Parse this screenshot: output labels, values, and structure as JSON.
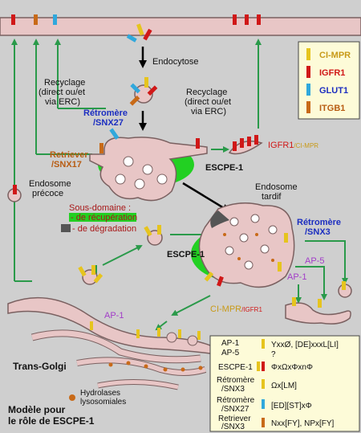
{
  "labels": {
    "endocytosis": "Endocytose",
    "recycling_left": [
      "Recyclage",
      "(direct ou/et",
      "via ERC)"
    ],
    "recycling_right": [
      "Recyclage",
      "(direct ou/et",
      "via ERC)"
    ],
    "retromer_snx27": [
      "Rétromère",
      "/SNX27"
    ],
    "retriever_snx17": [
      "Retriever",
      "/SNX17"
    ],
    "early_endosome": [
      "Endosome",
      "précoce"
    ],
    "late_endosome": [
      "Endosome",
      "tardif"
    ],
    "subdomain_title": "Sous-domaine :",
    "subdomain_recycling": "- de récupération",
    "subdomain_degradation": "- de dégradation",
    "escpe1_top": "ESCPE-1",
    "escpe1_mid": "ESCPE-1",
    "igfr1_cimpr_top": "IGFR1",
    "igfr1_cimpr_top_suffix": "/CI-MPR",
    "retromer_snx3": [
      "Rétromère",
      "/SNX3"
    ],
    "ap5": "AP-5",
    "ap1_right": "AP-1",
    "ap1_left": "AP-1",
    "cimpr_igfr1_bottom": "CI-MPR",
    "cimpr_igfr1_bottom_suffix": "/IGFR1",
    "trans_golgi": "Trans-Golgi",
    "hydrolases": [
      "Hydrolases",
      "lysosomiales"
    ],
    "model_title": [
      "Modèle pour",
      "le rôle de ESCPE-1"
    ]
  },
  "legend": {
    "items": [
      {
        "label": "CI-MPR",
        "color": "#e6c41e"
      },
      {
        "label": "IGFR1",
        "color": "#d01818"
      },
      {
        "label": "GLUT1",
        "color": "#30a8dc"
      },
      {
        "label": "ITGB1",
        "color": "#c86a18"
      }
    ]
  },
  "motif_table": {
    "rows": [
      {
        "adaptor": [
          "AP-1",
          "AP-5"
        ],
        "motif": [
          "YxxØ, [DE]xxxL[LI]",
          "?"
        ],
        "color": "#e6c41e"
      },
      {
        "adaptor": [
          "ESCPE-1"
        ],
        "motif": [
          "ΦxΩxΦxnΦ"
        ],
        "color": "#d01818"
      },
      {
        "adaptor": [
          "Rétromère",
          "/SNX3"
        ],
        "motif": [
          "Ωx[LM]"
        ],
        "color": "#e6c41e"
      },
      {
        "adaptor": [
          "Rétromère",
          "/SNX27"
        ],
        "motif": [
          "[ED][ST]xΦ"
        ],
        "color": "#30a8dc"
      },
      {
        "adaptor": [
          "Retriever",
          "/SNX3"
        ],
        "motif": [
          "Nxx[FY], NPx[FY]"
        ],
        "color": "#c86a18"
      }
    ]
  },
  "colors": {
    "background": "#cfcfcf",
    "membrane_fill": "#e8c6c6",
    "membrane_stroke": "#7a6060",
    "escpe_green": "#22d022",
    "arrow_green": "#2a9a4a",
    "retromer_blue": "#1c2ec0",
    "retriever_brown": "#b85c12",
    "adaptor_purple": "#a23cc8",
    "igfr1_red": "#d01818",
    "cimpr_text": "#c89a18",
    "legend_bg": "#fdfbd8"
  }
}
